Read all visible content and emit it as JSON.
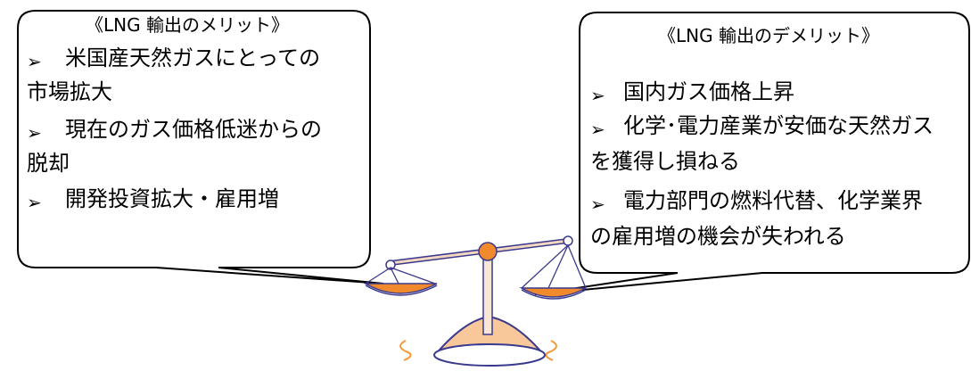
{
  "merits": {
    "title": "《LNG 輸出のメリット》",
    "items": [
      {
        "lines": [
          "米国産天然ガスにとっての",
          "市場拡大"
        ]
      },
      {
        "lines": [
          "現在のガス価格低迷からの",
          "脱却"
        ]
      },
      {
        "lines": [
          "開発投資拡大・雇用増"
        ]
      }
    ]
  },
  "demerits": {
    "title": "《LNG 輸出のデメリット》",
    "items": [
      {
        "lines": [
          "国内ガス価格上昇"
        ]
      },
      {
        "lines": [
          "化学･電力産業が安価な天然ガス",
          "を獲得し損ねる"
        ]
      },
      {
        "lines": [
          "電力部門の燃料代替、化学業界",
          "の雇用増の機会が失われる"
        ]
      }
    ]
  },
  "bullet_glyph": "➢",
  "colors": {
    "outline": "#000000",
    "beam_fill": "#f4d7c0",
    "scale_line": "#3a3a8c",
    "pan_orange": "#f08a2c",
    "base_fill": "#f8c89a",
    "swirl": "#f29a3a"
  }
}
